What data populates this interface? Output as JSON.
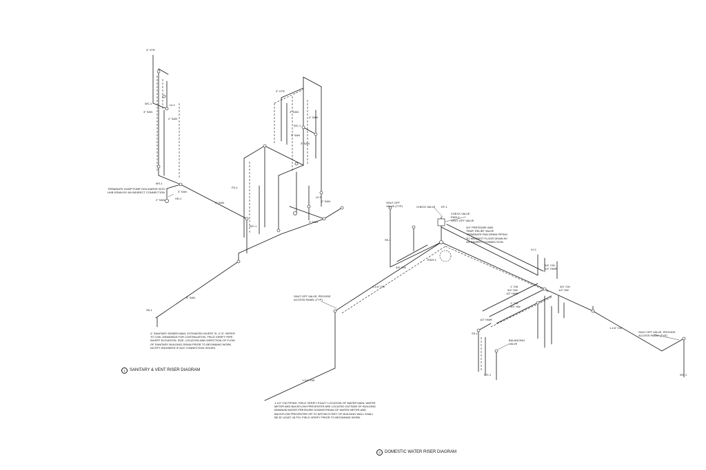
{
  "sanitary": {
    "vtr_top": "3\" VTR",
    "vtr_mid": "3\" VTR",
    "san_labels": [
      "3\" SAN",
      "2\" SAN",
      "3\" SAN",
      "2\" SAN",
      "3\" SAN",
      "4\" SAN",
      "2\" SAN",
      "3\" SAN",
      "4\" SAN",
      "2\" SAN",
      "4\" SAN",
      "3\" SAN"
    ],
    "sump_note": "TERMINATE SUMP PUMP DISCHARGE INTO\nHUB DRAIN BY AN INDIRECT CONNECTION.",
    "sewer_note": "4\" SANITARY SEWER MAIN. ESTIMATED INVERT IS -2'-6\". REFER\nTO CIVIL DRAWINGS FOR CONTINUATION. FIELD VERIFY PIPE\nINVERT ELEVATION, SIZE, LOCATION AND DIRECTION OF FLOW\nOF SANITARY BUILDING DRAIN PRIOR TO BEGINNING WORK.\nNOTIFY ENGINEER IF ANY CONNECTION ISSUES.",
    "diagram_number": "1",
    "diagram_title": "SANITARY & VENT RISER DIAGRAM"
  },
  "water": {
    "shutoff_top": "SHUT-OFF\nVALVE (TYP)",
    "check_valve_1": "CHECK VALVE",
    "check_valve_2": "CHECK VALVE",
    "shutoff_valve": "SHUT-OFF VALVE",
    "relief_note": "3/4\" PRESSURE AND\nTEMP. RELIEF VALVE\nTERMINATE PAN DRAIN PIPING\nTO NEAREST FLOOR DRAIN BY\nAN INDIRECT CONNECTION.",
    "access_note_left": "SHUT-OFF VALVE, PROVIDE\nACCESS PANEL (TYP)",
    "access_note_right": "SHUT-OFF VALVE, PROVIDE\nACCESS PANEL (TYP)",
    "balancing_valve": "BALANCING\nVALVE",
    "pipe_labels": [
      "3/4\" CW",
      "1\" CW",
      "3/4\" HW",
      "1/2\" HWR",
      "3/4\" CW",
      "1/2\" HW",
      "1\" CW",
      "3/4\" HW",
      "1/2\" HWR",
      "1-1/4\" CW",
      "1-1/4\" CW",
      "1-1/4\" CW",
      "3/4\" CW",
      "1/2\" HWR"
    ],
    "water_main_note": "1 1/4\" CW PIPING. FIELD VERIFY EXACT LOCATION OF WATER MAIN, WATER\nMETER AND BACKFLOW PREVENTER ARE LOCATED OUTSIDE OF BUILDING.\nMINIMUM WATER PRESSURE DOWNSTREAM OF WATER METER AND\nBACKFLOW PREVENTER OR TO WITHIN 5 FEET OF BUILDING WALL SHALL\nBE AT LEAST 45 PSI. FIELD VERIFY PRIOR TO BEGINNING WORK.",
    "diagram_number": "2",
    "diagram_title": "DOMESTIC WATER RISER DIAGRAM"
  },
  "tags": [
    "EF-1",
    "EWH-1",
    "WC-1",
    "WC-1",
    "LV-1",
    "LV-1",
    "FD-1",
    "HD-1",
    "MS-1",
    "SS-1",
    "WC-1",
    "LV-1",
    "SK-1"
  ]
}
